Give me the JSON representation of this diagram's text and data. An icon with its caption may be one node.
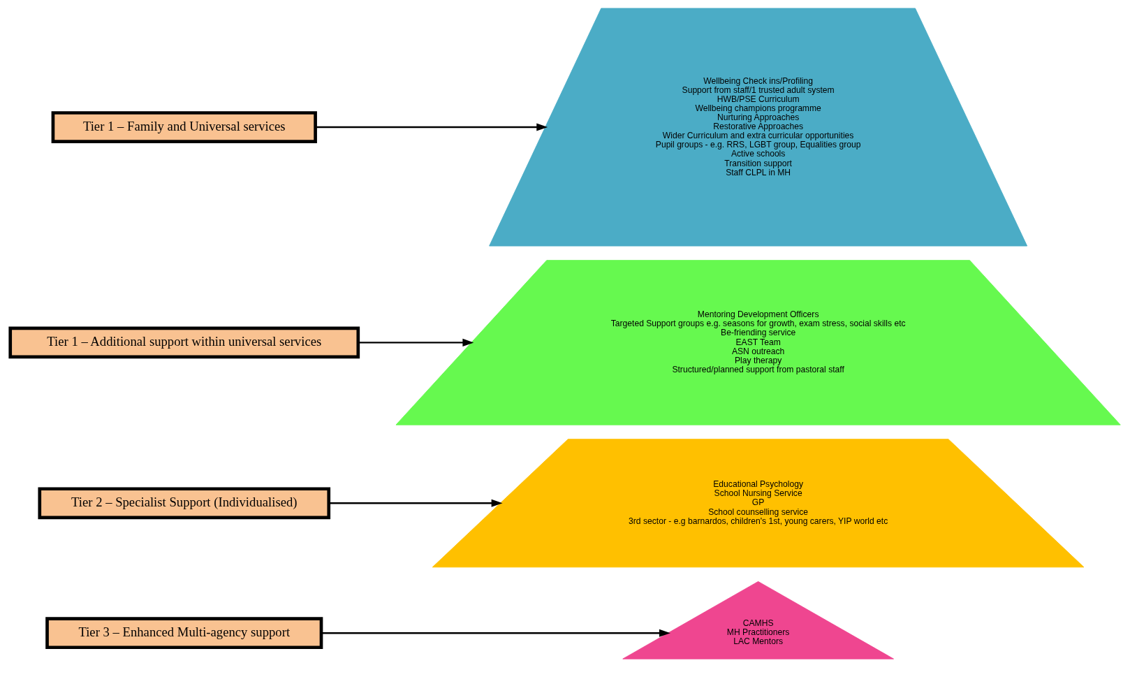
{
  "diagram": {
    "nodes": [
      {
        "text": [
          "Tier 3 – Enhanced Multi-agency support"
        ]
      },
      {
        "text": [
          "Tier 2 – Specialist Support (Individualised)"
        ]
      },
      {
        "text": [
          "Tier 1 – Additional support within universal services"
        ]
      },
      {
        "text": [
          "Tier 1 – Family and Universal services"
        ]
      },
      {
        "text": [
          "CAMHS",
          "MH Practitioners",
          "LAC Mentors"
        ]
      },
      {
        "text": [
          "Educational Psychology",
          "School Nursing Service",
          "GP",
          "School counselling service",
          "3rd sector - e.g barnardos, children's 1st, young carers, YIP world etc"
        ]
      },
      {
        "text": [
          "Mentoring Development Officers",
          "Targeted Support groups e.g. seasons for growth, exam stress, social skills etc",
          "Be-friending service",
          "EAST Team",
          "ASN outreach",
          "Play therapy",
          "Structured/planned support from pastoral staff"
        ]
      },
      {
        "text": [
          "Wellbeing Check ins/Profiling",
          "Support from staff/1 trusted adult system",
          "HWB/PSE Curriculum",
          "Wellbeing champions programme",
          "Nurturing Approaches",
          "Restorative Approaches",
          "Wider Curriculum and extra curricular opportunities",
          "Pupil groups - e.g. RRS, LGBT group, Equalities group",
          "Active schools",
          "Transition support",
          "Staff CLPL in MH"
        ]
      }
    ],
    "edges": [
      {
        "from": 0,
        "to": 4,
        "arrow": "to"
      },
      {
        "from": 1,
        "to": 5,
        "arrow": "to"
      },
      {
        "from": 2,
        "to": 6,
        "arrow": "to"
      },
      {
        "from": 3,
        "to": 7,
        "arrow": "to"
      }
    ]
  }
}
